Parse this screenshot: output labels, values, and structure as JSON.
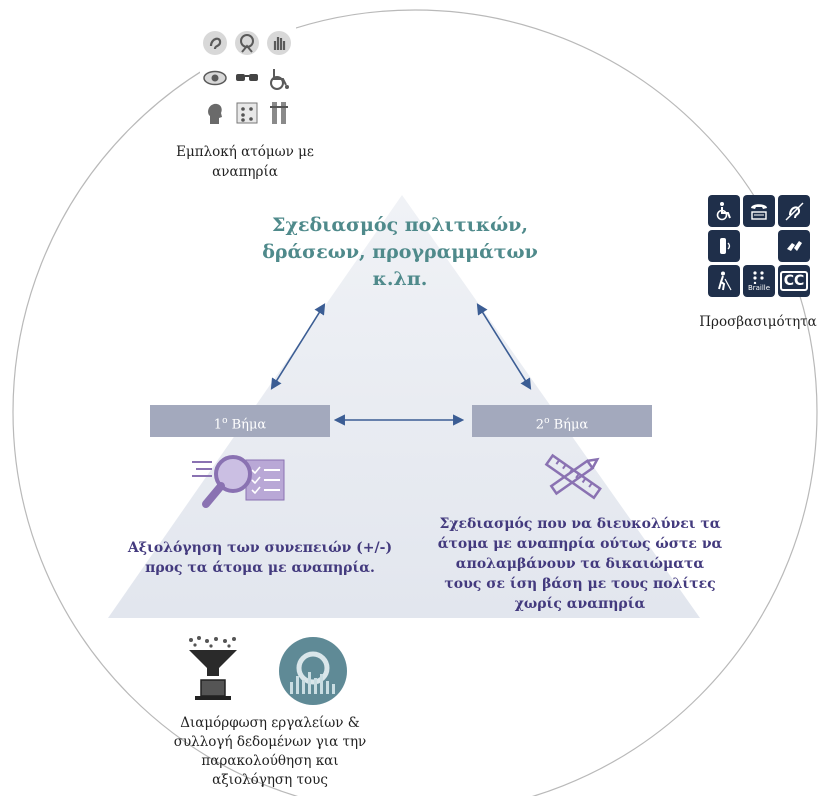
{
  "diagram": {
    "title_lines": [
      "Σχεδιασμός πολιτικών,",
      "δράσεων, προγραμμάτων",
      "κ.λπ."
    ],
    "step1": {
      "number": "1",
      "sup": "ο",
      "label": " Βήμα"
    },
    "step2": {
      "number": "2",
      "sup": "ο",
      "label": " Βήμα"
    },
    "step1_text_lines": [
      "Αξιολόγηση των συνεπειών (+/-)",
      "προς τα άτομα με αναπηρία."
    ],
    "step2_text_lines": [
      "Σχεδιασμός που να διευκολύνει τα",
      "άτομα με αναπηρία ούτως ώστε να",
      "απολαμβάνουν τα δικαιώματα",
      "τους σε ίση βάση με τους πολίτες",
      "χωρίς αναπηρία"
    ]
  },
  "captions": {
    "involvement_lines": [
      "Εμπλοκή ατόμων με",
      "αναπηρία"
    ],
    "accessibility": "Προσβασιμότητα",
    "tools_lines": [
      "Διαμόρφωση εργαλείων &",
      "συλλογή δεδομένων για την",
      "παρακολούθηση και",
      "αξιολόγηση τους"
    ]
  },
  "accessibility_tiles": {
    "braille": "Braille",
    "cc": "CC"
  },
  "icons": {
    "involvement": [
      "ear-icon",
      "head-icon",
      "hand-icon",
      "eye-icon",
      "glasses-icon",
      "wheelchair-icon",
      "head-profile-icon",
      "braille-grid-icon",
      "crutches-icon"
    ],
    "accessibility": [
      "wheelchair-icon",
      "tty-phone-icon",
      "hearing-icon",
      "volume-phone-icon",
      "sign-language-icon",
      "blind-walker-icon",
      "braille-icon",
      "closed-captions-icon"
    ],
    "step1_icon": "magnifier-checklist-icon",
    "step2_icon": "pencil-ruler-icon",
    "funnel_icon": "funnel-laptop-icon",
    "chart_circle_icon": "data-circle-icon"
  },
  "colors": {
    "title": "#4f8a8b",
    "step_box": "#a3a9bd",
    "step_text": "#433a7e",
    "arrow": "#3b5d94",
    "triangle": "#e5e9f0",
    "icon_purple": "#8a72b2",
    "tile_navy": "#1f2f4a"
  }
}
